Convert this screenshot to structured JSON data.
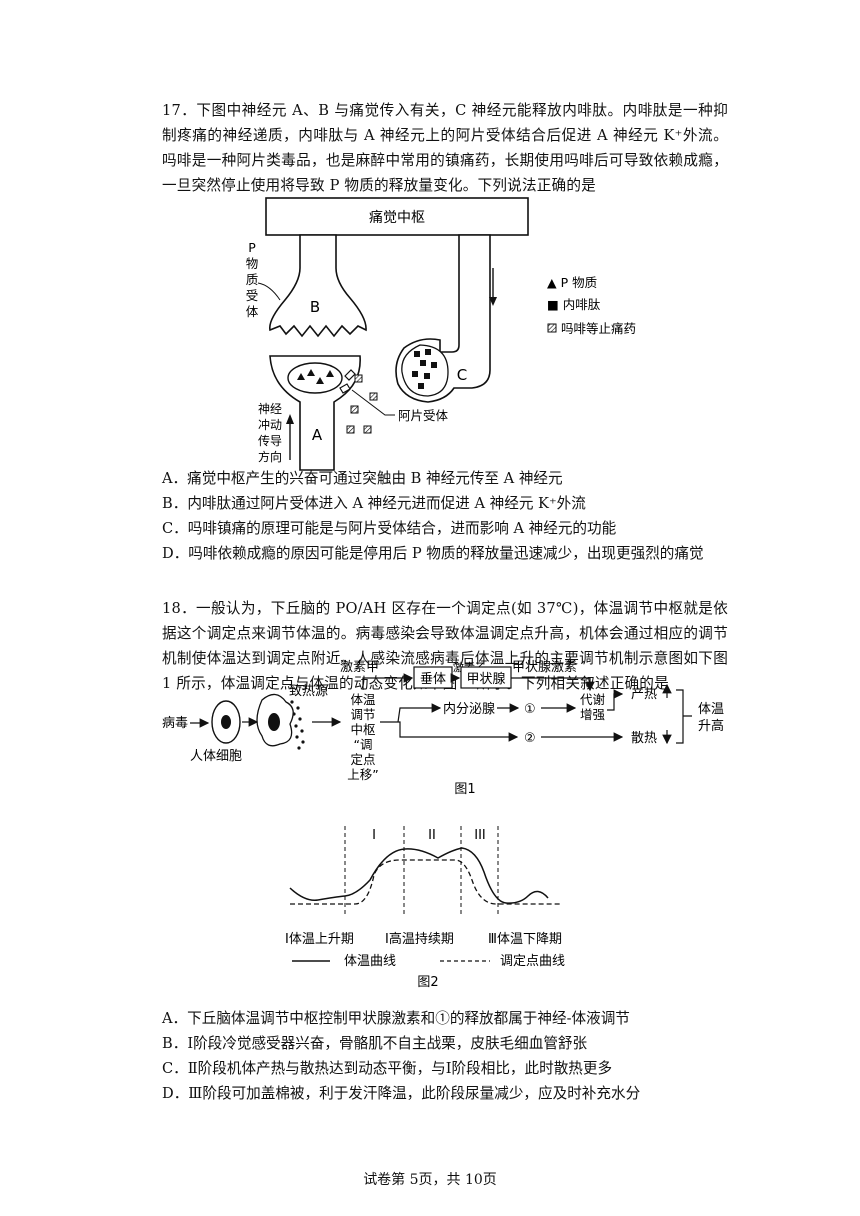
{
  "q17": {
    "stem": "17．下图中神经元 A、B 与痛觉传入有关，C 神经元能释放内啡肽。内啡肽是一种抑制疼痛的神经递质，内啡肽与 A 神经元上的阿片受体结合后促进 A 神经元 K⁺外流。吗啡是一种阿片类毒品，也是麻醉中常用的镇痛药，长期使用吗啡后可导致依赖成瘾，一旦突然停止使用将导致 P 物质的释放量变化。下列说法正确的是",
    "figure": {
      "center": "痛觉中枢",
      "p_receptor": [
        "P",
        "物",
        "质",
        "受",
        "体"
      ],
      "label_b": "B",
      "label_a": "A",
      "label_c": "C",
      "impulse": [
        "神经",
        "冲动",
        "传导",
        "方向"
      ],
      "opioid_receptor": "阿片受体",
      "legend": [
        "▲ P 物质",
        "■ 内啡肽",
        "吗啡等止痛药"
      ]
    },
    "options": {
      "a": "A．痛觉中枢产生的兴奋可通过突触由 B 神经元传至 A 神经元",
      "b": "B．内啡肽通过阿片受体进入 A 神经元进而促进 A 神经元 K⁺外流",
      "c": "C．吗啡镇痛的原理可能是与阿片受体结合，进而影响 A 神经元的功能",
      "d": "D．吗啡依赖成瘾的原因可能是停用后 P 物质的释放量迅速减少，出现更强烈的痛觉"
    }
  },
  "q18": {
    "stem": "18．一般认为，下丘脑的 PO/AH 区存在一个调定点(如 37℃)，体温调节中枢就是依据这个调定点来调节体温的。病毒感染会导致体温调定点升高，机体会通过相应的调节机制使体温达到调定点附近。人感染流感病毒后体温上升的主要调节机制示意图如下图 1 所示，体温调定点与体温的动态变化如下图 2 所示。下列相关叙述正确的是",
    "fig1": {
      "virus": "病毒",
      "cell": "人体细胞",
      "pyrogen": "致热源",
      "center": [
        "体温",
        "调节",
        "中枢",
        "“调",
        "定点",
        "上移”"
      ],
      "hormone_a": "激素甲",
      "pituitary": "垂体",
      "hormone_b": "激素乙",
      "thyroid": "甲状腺",
      "thyroid_hormone": "甲状腺激素",
      "endocrine": "内分泌腺",
      "circle1": "①",
      "circle2": "②",
      "metabolism": [
        "代谢",
        "增强"
      ],
      "heat_gen": "产热",
      "heat_loss": "散热",
      "result": [
        "体温",
        "升高"
      ],
      "caption": "图1"
    },
    "fig2": {
      "stage1": "I",
      "stage2": "II",
      "stage3": "III",
      "legend_stage1": "Ⅰ体温上升期",
      "legend_stage2": "Ⅰ高温持续期",
      "legend_stage3": "Ⅲ体温下降期",
      "legend_temp": "体温曲线",
      "legend_set": "调定点曲线",
      "caption": "图2"
    },
    "options": {
      "a": "A．下丘脑体温调节中枢控制甲状腺激素和①的释放都属于神经-体液调节",
      "b": "B．Ⅰ阶段冷觉感受器兴奋，骨骼肌不自主战栗，皮肤毛细血管舒张",
      "c": "C．Ⅱ阶段机体产热与散热达到动态平衡，与Ⅰ阶段相比，此时散热更多",
      "d": "D．Ⅲ阶段可加盖棉被，利于发汗降温，此阶段尿量减少，应及时补充水分"
    }
  },
  "footer": "试卷第 5页，共 10页"
}
